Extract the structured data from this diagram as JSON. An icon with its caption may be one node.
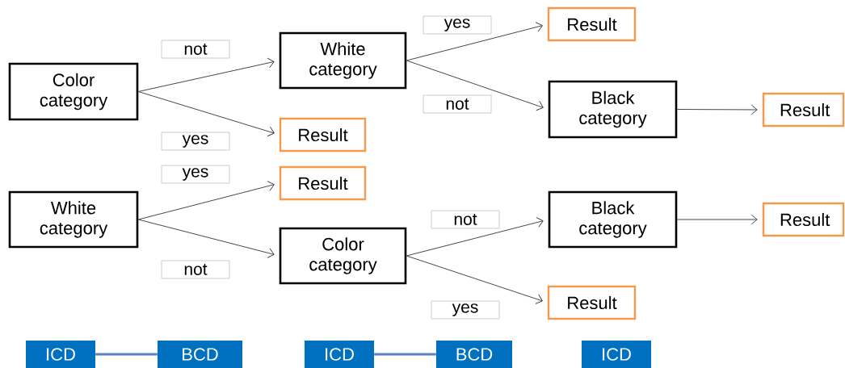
{
  "diagram": {
    "nodes": [
      {
        "text": [
          "Color category"
        ]
      },
      {
        "text": [
          "White category"
        ]
      },
      {
        "text": [
          "Result"
        ]
      },
      {
        "text": [
          "Result"
        ]
      },
      {
        "text": [
          "Black category"
        ]
      },
      {
        "text": [
          "Result"
        ]
      },
      {
        "text": [
          "White category"
        ]
      },
      {
        "text": [
          "Result"
        ]
      },
      {
        "text": [
          "Color category"
        ]
      },
      {
        "text": [
          "Black category"
        ]
      },
      {
        "text": [
          "Result"
        ]
      },
      {
        "text": [
          "Result"
        ]
      },
      {
        "text": [
          "ICD"
        ]
      },
      {
        "text": [
          "BCD"
        ]
      },
      {
        "text": [
          "ICD"
        ]
      },
      {
        "text": [
          "BCD"
        ]
      },
      {
        "text": [
          "ICD"
        ]
      }
    ],
    "edges": [
      {
        "from": 0,
        "to": 1,
        "arrow": "to",
        "label": "not"
      },
      {
        "from": 0,
        "to": 2,
        "arrow": "to",
        "label": "yes"
      },
      {
        "from": 1,
        "to": 3,
        "arrow": "to",
        "label": "yes"
      },
      {
        "from": 1,
        "to": 4,
        "arrow": "to",
        "label": "not"
      },
      {
        "from": 4,
        "to": 5,
        "arrow": "to"
      },
      {
        "from": 6,
        "to": 7,
        "arrow": "to",
        "label": "yes"
      },
      {
        "from": 6,
        "to": 8,
        "arrow": "to",
        "label": "not"
      },
      {
        "from": 8,
        "to": 9,
        "arrow": "to",
        "label": "not"
      },
      {
        "from": 8,
        "to": 11,
        "arrow": "to",
        "label": "yes"
      },
      {
        "from": 9,
        "to": 10,
        "arrow": "to"
      },
      {
        "from": 12,
        "to": 13,
        "arrow": "none",
        "style": "thick",
        "color": "#5b82c0"
      },
      {
        "from": 14,
        "to": 15,
        "arrow": "none",
        "style": "thick",
        "color": "#5b82c0"
      }
    ]
  }
}
